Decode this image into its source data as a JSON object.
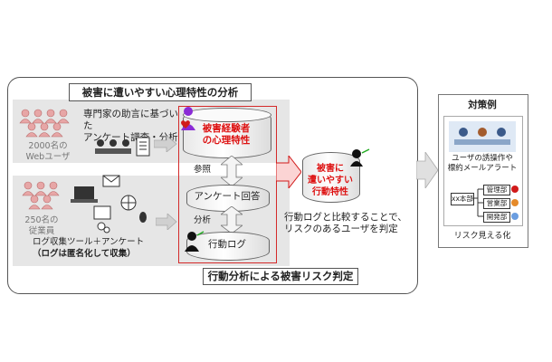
{
  "diagram": {
    "title": "被害に遭いやすい心理特性の分析",
    "footer": "行動分析による被害リスク判定",
    "web_users": "2000名の\nWebユーザ",
    "survey_note": "専門家の助言に基づいた\nアンケート調査・分析",
    "employees": "250名の\n従業員",
    "log_tool": "ログ収集ツール＋アンケート",
    "log_note": "（ログは匿名化して収集）",
    "cyl_psych": "被害経験者\nの心理特性",
    "ref": "参照",
    "survey_answers": "アンケート回答",
    "analysis": "分析",
    "action_log": "行動ログ",
    "vulnerable": "被害に\n遭いやすい\n行動特性",
    "compare": "行動ログと比較することで、\nリスクのあるユーザを判定",
    "measures_title": "対策例",
    "measure1": "ユーザの誘操作や\n標約メールアラート",
    "org_root": "xx本部",
    "org_dept1": "管理部",
    "org_dept2": "営業部",
    "org_dept3": "開発部",
    "risk_visual": "リスク見える化"
  },
  "colors": {
    "accent_red": "#d11a1a",
    "arrow_gray": "#cccccc",
    "band": "#e6e6e6"
  }
}
